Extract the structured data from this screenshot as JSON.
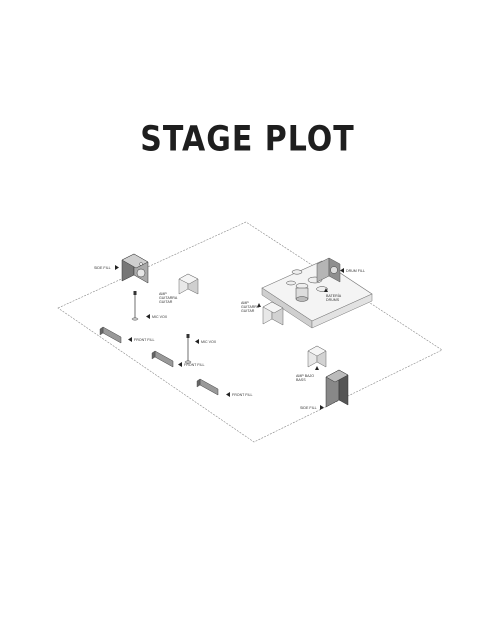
{
  "title": "STAGE PLOT",
  "labels": {
    "side_fill_left": "SIDE FILL",
    "amp_guitar_left": [
      "AMP",
      "GUITARRA",
      "GUITAR"
    ],
    "mic_vox_left": "MIC VOX",
    "front_fill_1": "FRONT FILL",
    "mic_vox_center": "MIC VOX",
    "front_fill_2": "FRONT FILL",
    "front_fill_3": "FRONT FILL",
    "drum_fill": "DRUM FILL",
    "drums": [
      "BATERÍA",
      "DRUMS"
    ],
    "amp_guitar_center": [
      "AMP",
      "GUITARRA",
      "GUITAR"
    ],
    "amp_bass": [
      "AMP BAJO",
      "BASS"
    ],
    "side_fill_right": "SIDE FILL"
  }
}
